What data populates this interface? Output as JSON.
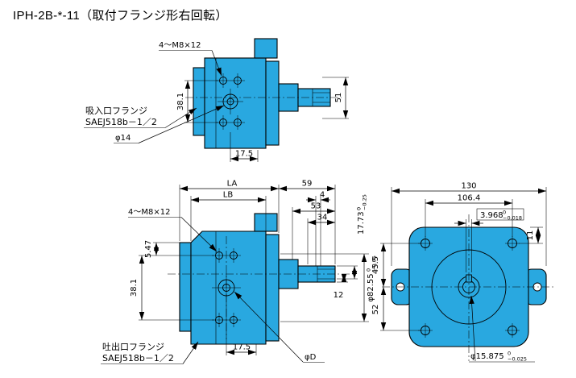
{
  "title": "IPH-2B-*-11（取付フランジ形右回転）",
  "colors": {
    "body_fill": "#29a8e0",
    "line": "#000000",
    "background": "#ffffff"
  },
  "top_view": {
    "labels": {
      "bolt_note": "4～M8×12",
      "dim_38_1": "38.1",
      "flange_line1": "吸入口フランジ",
      "flange_line2": "SAEJ518b－1／2",
      "dia_14": "φ14",
      "dim_17_5": "17.5",
      "dim_51": "51"
    }
  },
  "side_view": {
    "labels": {
      "bolt_note": "4～M8×12",
      "dim_la": "LA",
      "dim_59": "59",
      "dim_lb": "LB",
      "dim_4": "4",
      "dim_53": "53",
      "dim_34": "34",
      "dim_17_73": "17.73",
      "dim_17_73_tol_upper": "0",
      "dim_17_73_tol_lower": "−0.25",
      "dim_5_47": "5.47",
      "dim_38_1": "38.1",
      "dia_82_55": "φ82.55",
      "dia_82_55_tol_upper": "0",
      "dia_82_55_tol_lower": "−0.05",
      "dim_12": "12",
      "dim_17_5": "17.5",
      "flange_line1": "吐出口フランジ",
      "flange_line2": "SAEJ518b－1／2",
      "dia_d": "φD"
    }
  },
  "front_view": {
    "labels": {
      "dim_130": "130",
      "dim_106_4": "106.4",
      "key_width": "3.968",
      "key_width_tol_upper": "0",
      "key_width_tol_lower": "−0.018",
      "dim_11": "11",
      "dim_45_5": "45.5",
      "dim_52": "52",
      "shaft_dia": "φ15.875",
      "shaft_dia_tol_upper": "0",
      "shaft_dia_tol_lower": "−0.025"
    }
  }
}
